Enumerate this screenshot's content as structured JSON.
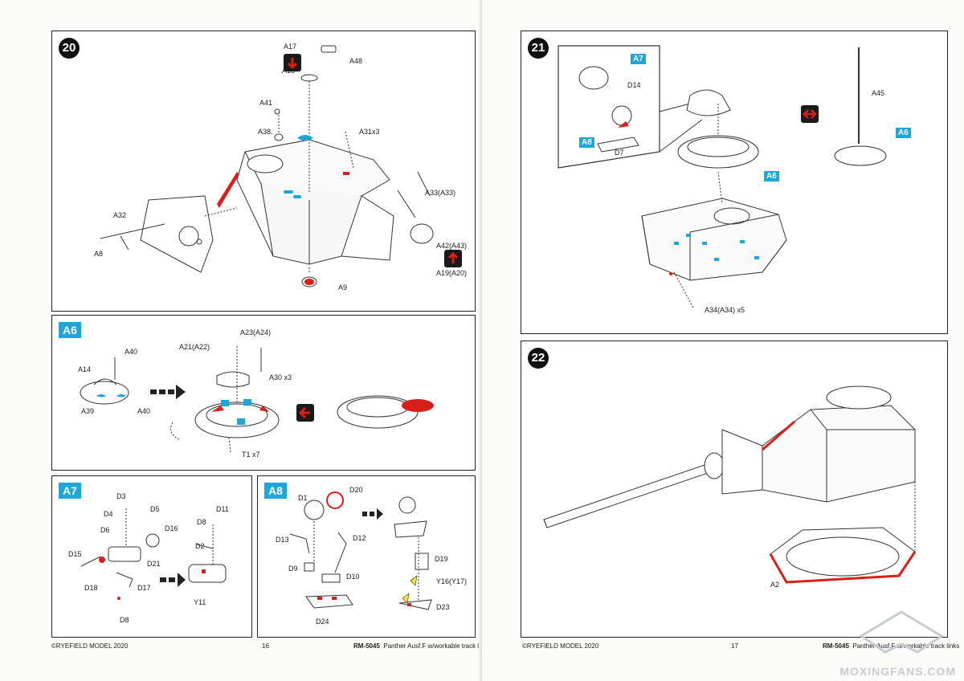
{
  "left_page": {
    "step20": {
      "number": "20",
      "labels": {
        "a17": "A17",
        "a18": "A18",
        "a48": "A48",
        "a41": "A41",
        "a38": "A38.",
        "a31": "A31x3",
        "a32": "A32",
        "a8": "A8",
        "a33": "A33(A33)",
        "a42": "A42(A43)",
        "a19": "A19(A20)",
        "a9": "A9"
      }
    },
    "a6": {
      "tag": "A6",
      "labels": {
        "a40a": "A40",
        "a14": "A14",
        "a39": "A39",
        "a40b": "A40",
        "a21": "A21(A22)",
        "a23": "A23(A24)",
        "a30": "A30 x3",
        "t1": "T1 x7"
      }
    },
    "a7": {
      "tag": "A7",
      "labels": {
        "d3": "D3",
        "d4": "D4",
        "d5": "D5",
        "d6": "D6",
        "d16": "D16",
        "d15": "D15",
        "d21": "D21",
        "d18": "D18",
        "d17": "D17",
        "d8a": "D8",
        "d11": "D11",
        "d8b": "D8",
        "d2": "D2",
        "y11": "Y11"
      }
    },
    "a8": {
      "tag": "A8",
      "labels": {
        "d20": "D20",
        "d1": "D1",
        "d13": "D13",
        "d12": "D12",
        "d9": "D9",
        "d10": "D10",
        "d19": "D19",
        "y16": "Y16(Y17)",
        "d23": "D23",
        "d24": "D24"
      }
    },
    "footer": {
      "copyright": "©RYEFIELD MODEL 2020",
      "page": "16",
      "code": "RM-5045",
      "title": "Panther Ausf.F w/workable track links"
    }
  },
  "right_page": {
    "step21": {
      "number": "21",
      "tags": {
        "a7": "A7",
        "a8": "A8",
        "a6a": "A6",
        "a6b": "A6"
      },
      "labels": {
        "d14": "D14",
        "d7": "D7",
        "a45": "A45",
        "a34": "A34(A34) x5"
      }
    },
    "step22": {
      "number": "22",
      "labels": {
        "a2": "A2"
      }
    },
    "footer": {
      "copyright": "©RYEFIELD MODEL 2020",
      "page": "17",
      "code": "RM-5045",
      "title": "Panther Ausf.F w/workable track links"
    },
    "watermark": "MOXINGFANS.COM"
  },
  "colors": {
    "accent_blue": "#1fa6d8",
    "highlight_red": "#d8201a",
    "ink": "#1a1a1a"
  }
}
